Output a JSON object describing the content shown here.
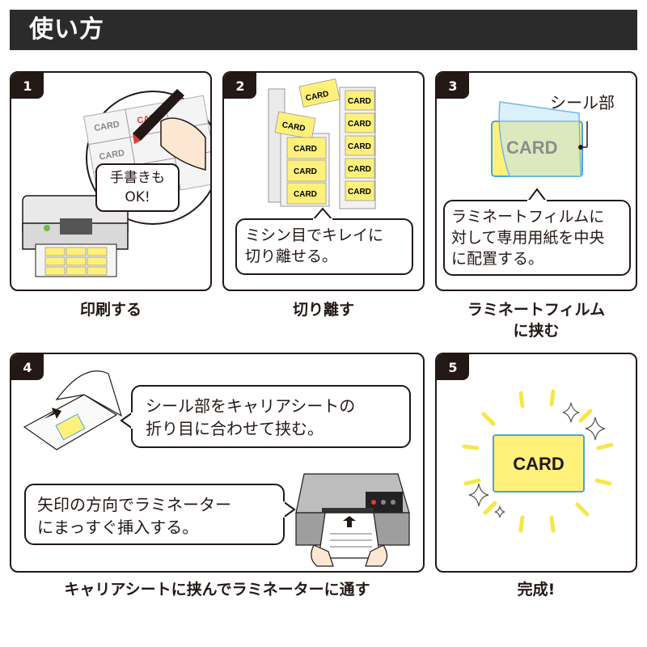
{
  "header": {
    "title": "使い方"
  },
  "steps": [
    {
      "number": "1",
      "caption": "印刷する",
      "bubble": {
        "line1": "手書きも",
        "line2": "OK!"
      },
      "card_label": "CARD"
    },
    {
      "number": "2",
      "caption": "切り離す",
      "bubble": {
        "line1": "ミシン目でキレイに",
        "line2": "切り離せる。"
      },
      "card_label": "CARD"
    },
    {
      "number": "3",
      "caption_line1": "ラミネートフィルム",
      "caption_line2": "に挟む",
      "label": "シール部",
      "bubble": {
        "line1": "ラミネートフィルムに",
        "line2": "対して専用用紙を中央",
        "line3": "に配置する。"
      },
      "card_label": "CARD"
    },
    {
      "number": "4",
      "caption": "キャリアシートに挟んでラミネーターに通す",
      "bubble1": {
        "line1": "シール部をキャリアシートの",
        "line2": "折り目に合わせて挟む。"
      },
      "bubble2": {
        "line1": "矢印の方向でラミネーター",
        "line2": "にまっすぐ挿入する。"
      }
    },
    {
      "number": "5",
      "caption": "完成!",
      "card_label": "CARD"
    }
  ],
  "colors": {
    "card_yellow": "#fff07a",
    "card_border_blue": "#4aa3df",
    "film_blue": "#bfe3f7",
    "dark": "#231815",
    "accent_red": "#e8382f",
    "sparkle_yellow": "#f7e649"
  }
}
